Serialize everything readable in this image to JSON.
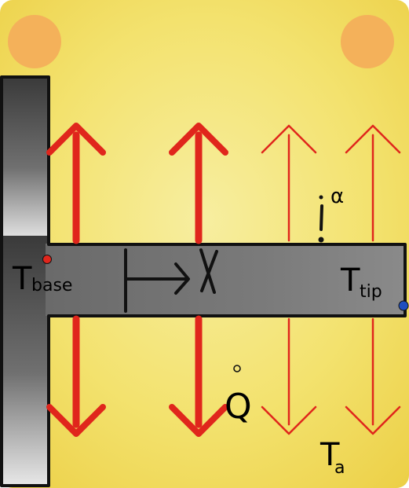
{
  "labels": {
    "base_T": "T",
    "base_sub": "base",
    "tip_T": "T",
    "tip_sub": "tip",
    "ambient_T": "T",
    "ambient_sub": "a",
    "x": "X",
    "q": "Q",
    "alpha": "α"
  },
  "colors": {
    "background": "#f3e06a",
    "sun": "#f4b15a",
    "wall": "#585858",
    "fin": "#787878",
    "heat_arrow": "#e0261c",
    "base_point": "#e0261c",
    "tip_point": "#1f4fbf"
  },
  "heat_flow": {
    "arrow_columns": 4,
    "fading_last_column": true
  }
}
